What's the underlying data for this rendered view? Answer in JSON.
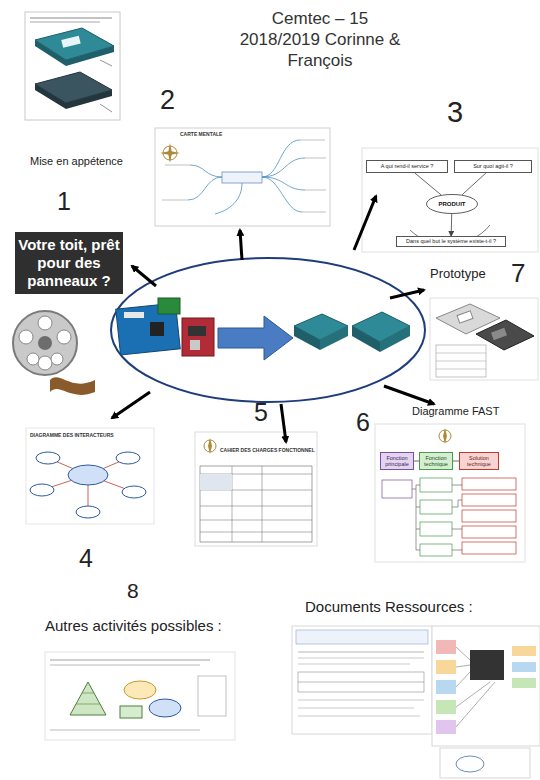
{
  "diagram": {
    "title": "Cemtec – 15 2018/2019 Corinne & François",
    "nodes": [
      {
        "text": [
          "Votre toit, prêt pour des panneaux ?"
        ]
      },
      {
        "text": [
          "A qui rend-il service ?"
        ]
      },
      {
        "text": [
          "Sur quoi agit-il ?"
        ]
      },
      {
        "text": [
          "PRODUIT"
        ]
      },
      {
        "text": [
          "Dans quel but le système existe-t-il ?"
        ]
      },
      {
        "text": [
          "Fonction principale"
        ]
      },
      {
        "text": [
          "Fonction technique"
        ]
      },
      {
        "text": [
          "Solution technique"
        ]
      }
    ],
    "edges": [
      {
        "from": 1,
        "to": 3,
        "arrow": "none"
      },
      {
        "from": 2,
        "to": 3,
        "arrow": "none"
      },
      {
        "from": 3,
        "to": 4,
        "arrow": "to"
      },
      {
        "from": 5,
        "to": 6,
        "arrow": "none"
      },
      {
        "from": 6,
        "to": 7,
        "arrow": "none"
      }
    ],
    "labels": [
      "2",
      "3",
      "CARTE MENTALE",
      "Mise en appétence",
      "1",
      "Prototype",
      "7",
      "5",
      "6",
      "Diagramme FAST",
      "DIAGRAMME DES INTERACTEURS",
      "CAHIER DES CHARGES FONCTIONNEL",
      "4",
      "8",
      "Documents Ressources :",
      "Autres activités possibles :"
    ]
  }
}
